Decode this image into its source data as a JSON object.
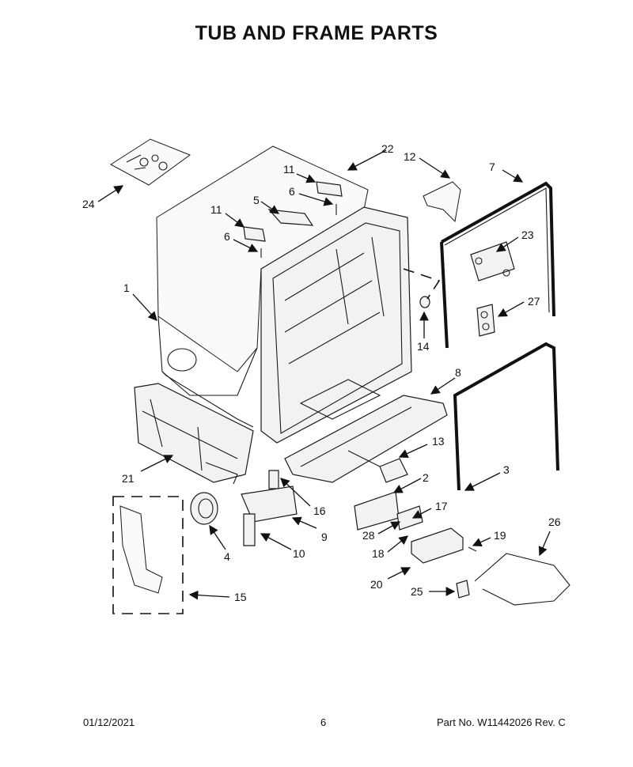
{
  "page": {
    "title": "TUB AND FRAME PARTS",
    "date": "01/12/2021",
    "page_number": "6",
    "part_number": "Part No.  W11442026  Rev.  C"
  },
  "callouts": {
    "c1": "1",
    "c2": "2",
    "c3": "3",
    "c4": "4",
    "c5": "5",
    "c6a": "6",
    "c6b": "6",
    "c7": "7",
    "c8": "8",
    "c9": "9",
    "c10": "10",
    "c11a": "11",
    "c11b": "11",
    "c12": "12",
    "c13": "13",
    "c14": "14",
    "c15": "15",
    "c16": "16",
    "c17": "17",
    "c18": "18",
    "c19": "19",
    "c20": "20",
    "c21": "21",
    "c22": "22",
    "c23": "23",
    "c24": "24",
    "c25": "25",
    "c26": "26",
    "c27": "27",
    "c28": "28"
  }
}
